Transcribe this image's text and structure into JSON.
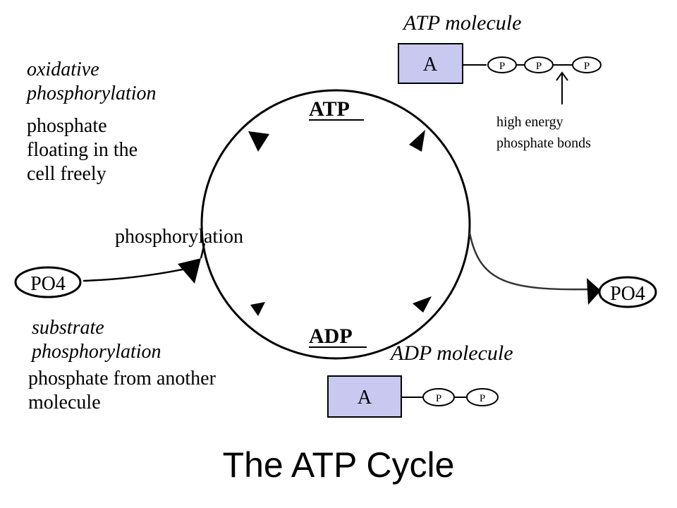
{
  "title": "The ATP Cycle",
  "labels": {
    "atp_molecule": "ATP molecule",
    "adp_molecule": "ADP molecule",
    "oxidative": "oxidative",
    "oxidative_phosphorylation": "phosphorylation",
    "oxidative_desc_1": "phosphate",
    "oxidative_desc_2": "floating in the",
    "oxidative_desc_3": "cell freely",
    "substrate": "substrate",
    "substrate_phosphorylation": "phosphorylation",
    "substrate_desc_1": "phosphate from another",
    "substrate_desc_2": "molecule",
    "high_energy_1": "high energy",
    "high_energy_2": "phosphate bonds",
    "phosphorylation": "phosphorylation",
    "atp": "ATP",
    "adp": "ADP",
    "po4_left": "PO4",
    "po4_right": "PO4",
    "adenosine_atp": "A",
    "adenosine_adp": "A",
    "phosphate": "P"
  },
  "colors": {
    "adenosine_fill": "#c8c8f0",
    "line": "#000000"
  }
}
